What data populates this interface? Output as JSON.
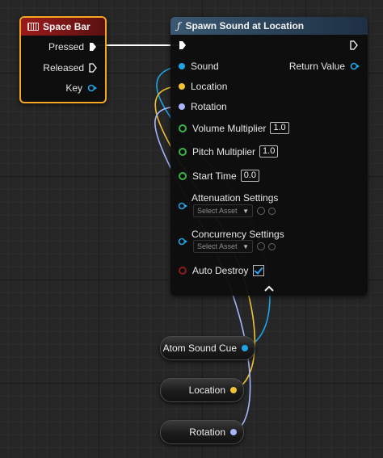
{
  "space_bar_node": {
    "title": "Space Bar",
    "pins": {
      "pressed": "Pressed",
      "released": "Released",
      "key": "Key"
    }
  },
  "spawn_node": {
    "title": "Spawn Sound at Location",
    "inputs": {
      "sound": "Sound",
      "location": "Location",
      "rotation": "Rotation",
      "volume_multiplier": "Volume Multiplier",
      "volume_value": "1.0",
      "pitch_multiplier": "Pitch Multiplier",
      "pitch_value": "1.0",
      "start_time": "Start Time",
      "start_value": "0.0",
      "attenuation_settings": "Attenuation Settings",
      "concurrency_settings": "Concurrency Settings",
      "auto_destroy": "Auto Destroy",
      "select_asset": "Select Asset"
    },
    "outputs": {
      "return_value": "Return Value"
    }
  },
  "variables": [
    {
      "label": "Atom Sound Cue"
    },
    {
      "label": "Location"
    },
    {
      "label": "Rotation"
    }
  ],
  "colors": {
    "exec": "#ffffff",
    "sound": "#1fa4e6",
    "location": "#f1c232",
    "rotation": "#a7b5ff",
    "float": "#39b54a",
    "bool": "#8b1a1a",
    "keyboard_header": "#9b1b1b",
    "function_header": "#3a5872",
    "selected_outline": "#f5a623"
  },
  "icons": {
    "keyboard": "keyboard-icon",
    "function": "function-icon",
    "collapse": "chevron-up-icon"
  }
}
